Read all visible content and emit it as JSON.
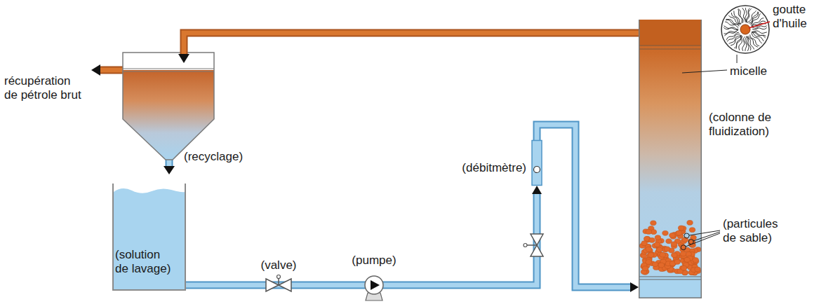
{
  "diagram": {
    "nodes": [
      {
        "text": [
          "(solution de lavage)"
        ]
      },
      {
        "text": [
          "(valve)"
        ]
      },
      {
        "text": [
          "(pumpe)"
        ]
      },
      {
        "text": [
          "(débitmètre)"
        ]
      },
      {
        "text": [
          "(colonne de fluidization)"
        ]
      }
    ],
    "edges": [
      {
        "from": 0,
        "to": 1,
        "arrow": "none"
      },
      {
        "from": 1,
        "to": 2,
        "arrow": "none"
      },
      {
        "from": 2,
        "to": 3,
        "arrow": "to"
      },
      {
        "from": 3,
        "to": 4,
        "arrow": "to"
      }
    ],
    "labels": [
      "récupération de pétrole brut",
      "(recyclage)",
      "goutte d'huile",
      "micelle",
      "(particules de sable)"
    ]
  }
}
